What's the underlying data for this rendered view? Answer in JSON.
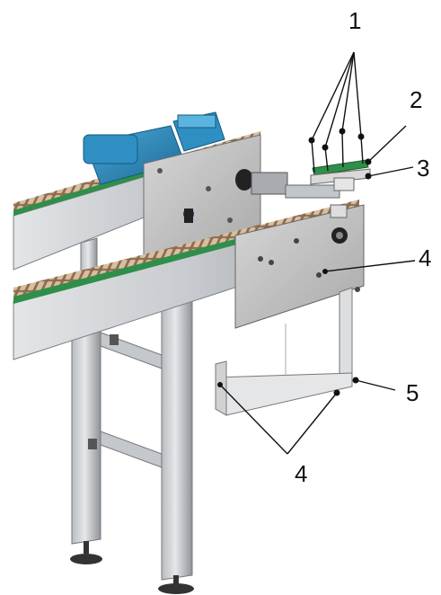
{
  "figure": {
    "callouts": [
      {
        "id": "1",
        "label": "1"
      },
      {
        "id": "2",
        "label": "2"
      },
      {
        "id": "3",
        "label": "3"
      },
      {
        "id": "4a",
        "label": "4"
      },
      {
        "id": "4b",
        "label": "4"
      },
      {
        "id": "5",
        "label": "5"
      }
    ]
  },
  "colors": {
    "motor": "#2f8fc2",
    "motor_dark": "#1f6d97",
    "frame": "#c9ccd0",
    "frame_dark": "#8d9196",
    "plate": "#bdbdbd",
    "chain": "#c8ad8d",
    "chain_dark": "#8c6d4f",
    "belt_green": "#2f8f4a",
    "foot": "#333333"
  }
}
